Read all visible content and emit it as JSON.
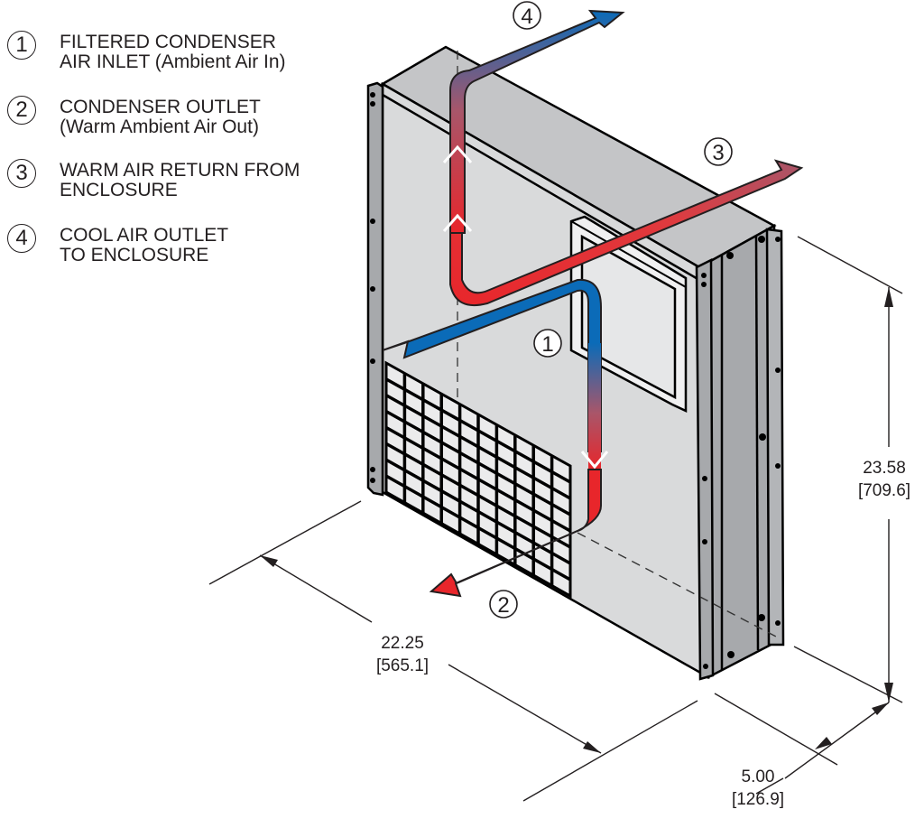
{
  "legend": [
    {
      "number": "1",
      "text": "FILTERED CONDENSER\nAIR INLET (Ambient Air In)"
    },
    {
      "number": "2",
      "text": "CONDENSER OUTLET\n(Warm Ambient Air Out)"
    },
    {
      "number": "3",
      "text": "WARM AIR RETURN FROM\nENCLOSURE"
    },
    {
      "number": "4",
      "text": "COOL AIR OUTLET\nTO ENCLOSURE"
    }
  ],
  "callouts": {
    "c1": "1",
    "c2": "2",
    "c3": "3",
    "c4": "4"
  },
  "dimensions": {
    "height": {
      "imperial": "23.58",
      "metric": "[709.6]"
    },
    "width": {
      "imperial": "22.25",
      "metric": "[565.1]"
    },
    "depth": {
      "imperial": "5.00",
      "metric": "[126.9]"
    }
  },
  "colors": {
    "warm_air": "#e8262b",
    "cool_air": "#0b6bb8",
    "panel_face": "#d9dadb",
    "panel_top": "#c4c5c7",
    "panel_side": "#a7a9ac",
    "outline": "#000000"
  }
}
